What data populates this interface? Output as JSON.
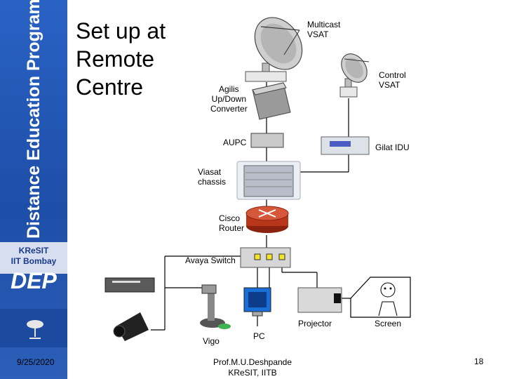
{
  "sidebar": {
    "vertical_text": "Distance Education Program",
    "org_line1": "KReSIT",
    "org_line2": "IIT Bombay",
    "dep": "DEP"
  },
  "title": "Set up at\nRemote\nCentre",
  "labels": {
    "multicast_vsat": "Multicast\nVSAT",
    "control_vsat": "Control\nVSAT",
    "agilis": "Agilis\nUp/Down\nConverter",
    "aupc": "AUPC",
    "gilat_idu": "Gilat IDU",
    "viasat": "Viasat\nchassis",
    "cisco": "Cisco\nRouter",
    "avaya": "Avaya Switch",
    "projector": "Projector",
    "screen": "Screen",
    "vigo": "Vigo",
    "pc": "PC"
  },
  "footer": {
    "date": "9/25/2020",
    "author": "Prof.M.U.Deshpande\nKReSIT, IITB",
    "page": "18"
  },
  "colors": {
    "sidebar_blue": "#1f56b8",
    "router_red": "#b8361a",
    "switch_gray": "#d6d6d6",
    "port_yellow": "#f3e42a",
    "monitor_blue": "#1a6ed8",
    "line": "#000000"
  }
}
